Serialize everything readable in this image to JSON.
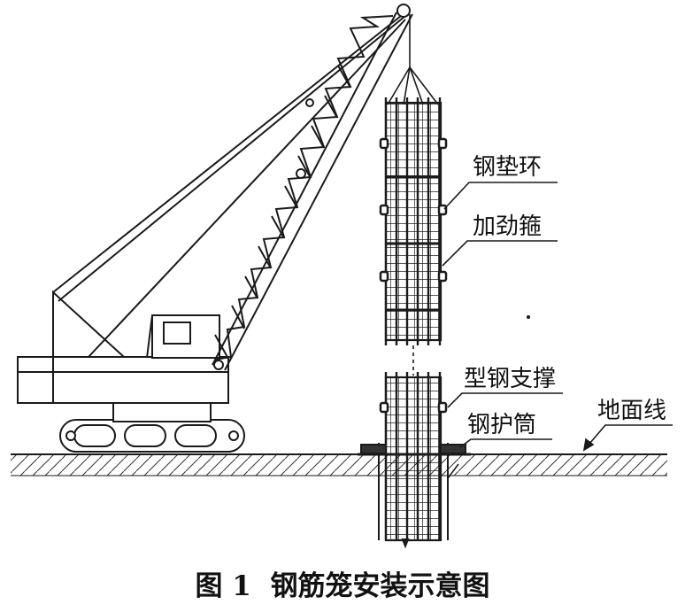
{
  "labels": {
    "steel_pad_ring": "钢垫环",
    "stiffening_hoop": "加劲箍",
    "section_steel_support": "型钢支撑",
    "steel_casing": "钢护筒",
    "ground_line": "地面线"
  },
  "caption": "图 1  钢筋笼安装示意图",
  "colors": {
    "line": "#1a1a1a",
    "background": "#ffffff"
  }
}
